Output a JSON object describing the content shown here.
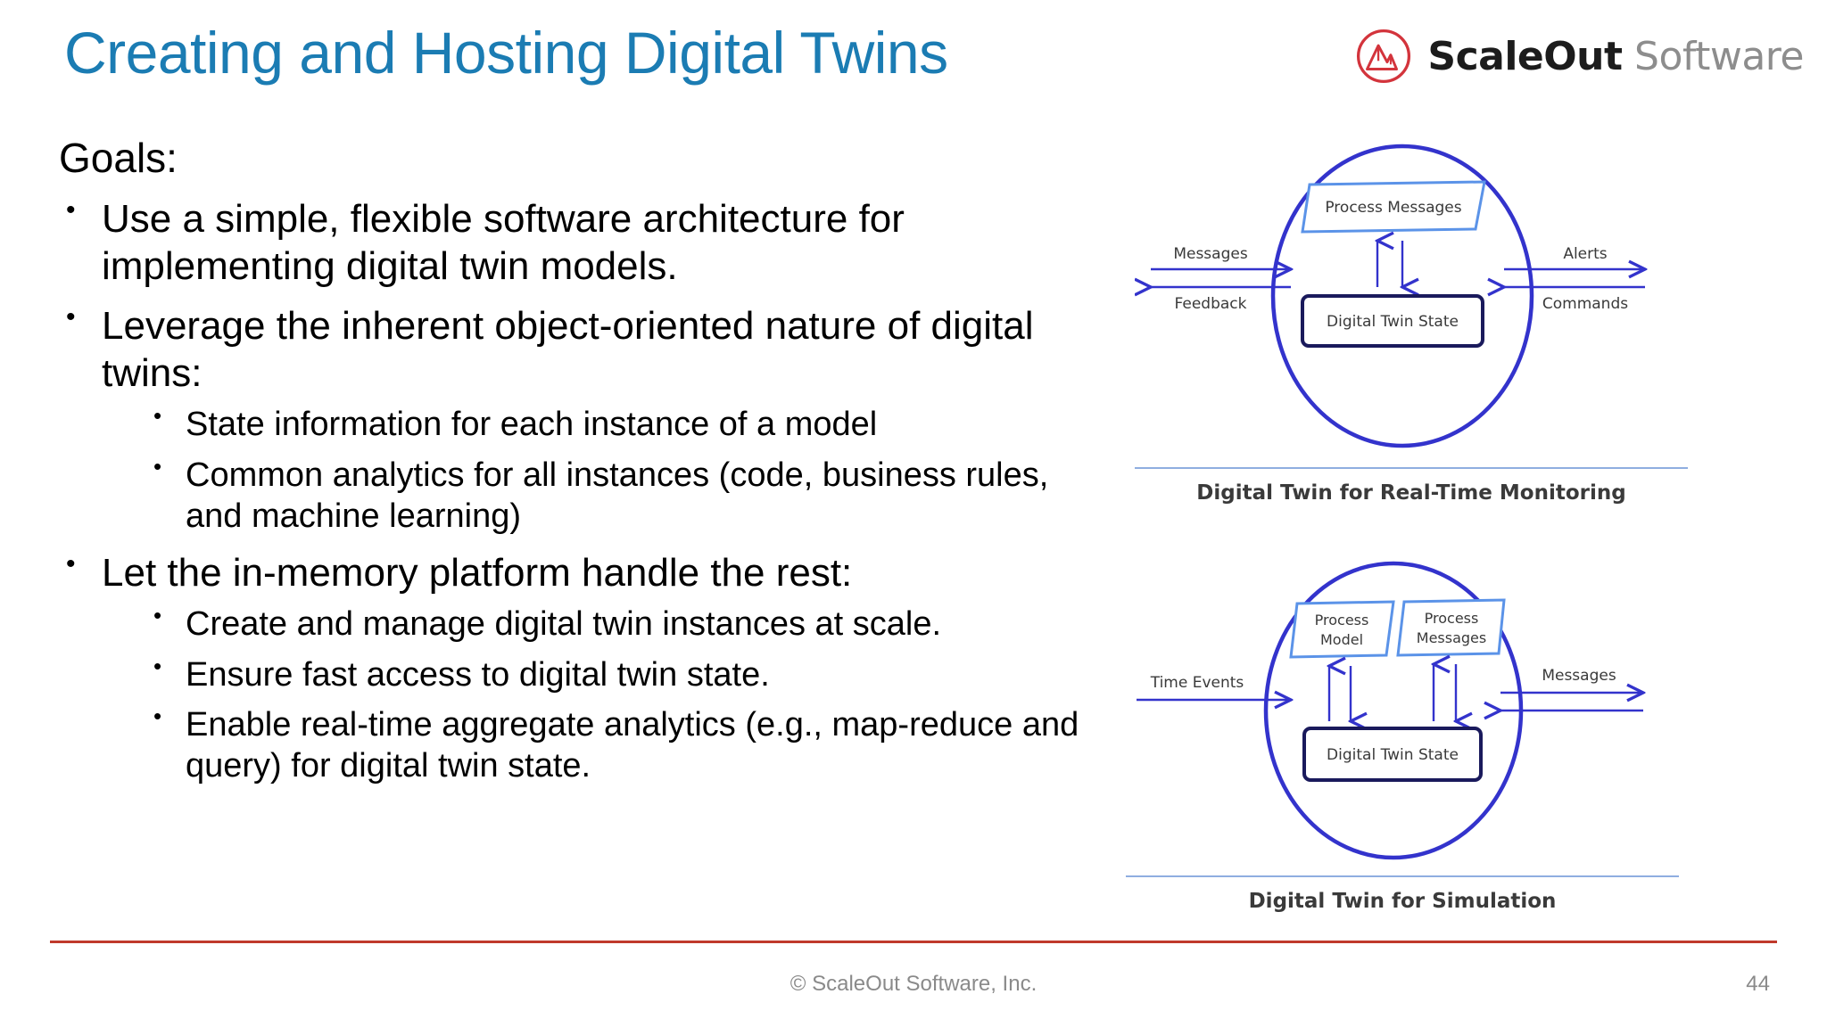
{
  "slide": {
    "title": "Creating and Hosting Digital Twins",
    "title_color": "#1B7CB3"
  },
  "logo": {
    "mark_name": "scaleout-mountain-logo",
    "mark_color": "#D3343C",
    "primary_text": "ScaleOut",
    "secondary_text": "Software",
    "primary_color": "#1c1c1c",
    "secondary_color": "#8d8d8d"
  },
  "content": {
    "intro_label": "Goals:",
    "bullets": [
      {
        "text": "Use a simple, flexible software architecture for implementing digital twin models.",
        "children": []
      },
      {
        "text": "Leverage the inherent object-oriented nature of digital twins:",
        "children": [
          "State information for each instance of a model",
          "Common analytics for all instances (code, business rules, and machine learning)"
        ]
      },
      {
        "text": "Let the in-memory platform handle the rest:",
        "children": [
          "Create and manage digital twin instances at scale.",
          "Ensure fast access to digital twin state.",
          "Enable real-time aggregate analytics (e.g., map-reduce and query) for digital twin state."
        ]
      }
    ]
  },
  "diagrams": [
    {
      "id": "monitoring",
      "caption": "Digital Twin for Real-Time Monitoring",
      "circle_color": "#3333CC",
      "process_box_color": "#5B93E8",
      "state_box_color": "#1A1A5C",
      "arrow_color": "#3333CC",
      "process_boxes": [
        {
          "label_line1": "Process Messages",
          "label_line2": ""
        }
      ],
      "state_box_label": "Digital Twin State",
      "left_labels": {
        "top": "Messages",
        "bottom": "Feedback"
      },
      "right_labels": {
        "top": "Alerts",
        "bottom": "Commands"
      }
    },
    {
      "id": "simulation",
      "caption": "Digital Twin for Simulation",
      "circle_color": "#3333CC",
      "process_box_color": "#5B93E8",
      "state_box_color": "#1A1A5C",
      "arrow_color": "#3333CC",
      "process_boxes": [
        {
          "label_line1": "Process",
          "label_line2": "Model"
        },
        {
          "label_line1": "Process",
          "label_line2": "Messages"
        }
      ],
      "state_box_label": "Digital Twin State",
      "left_labels": {
        "top": "Time Events",
        "bottom": ""
      },
      "right_labels": {
        "top": "Messages",
        "bottom": ""
      }
    }
  ],
  "footer": {
    "copyright": "© ScaleOut Software, Inc.",
    "page_number": "44",
    "rule_color": "#C0392B"
  }
}
